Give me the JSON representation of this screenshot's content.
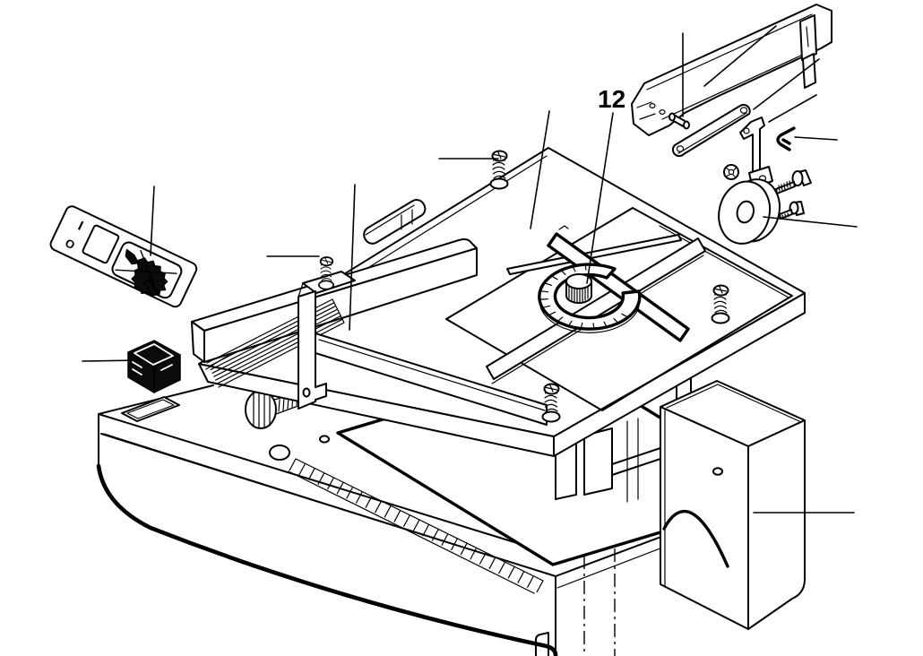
{
  "labels": {
    "figure_number": "12",
    "switch_on": "I",
    "switch_off": "O"
  },
  "colors": {
    "ink": "#000000",
    "paper": "#ffffff"
  },
  "icons": {
    "warning_pictogram": "saw-blade-hand-hazard-icon"
  }
}
